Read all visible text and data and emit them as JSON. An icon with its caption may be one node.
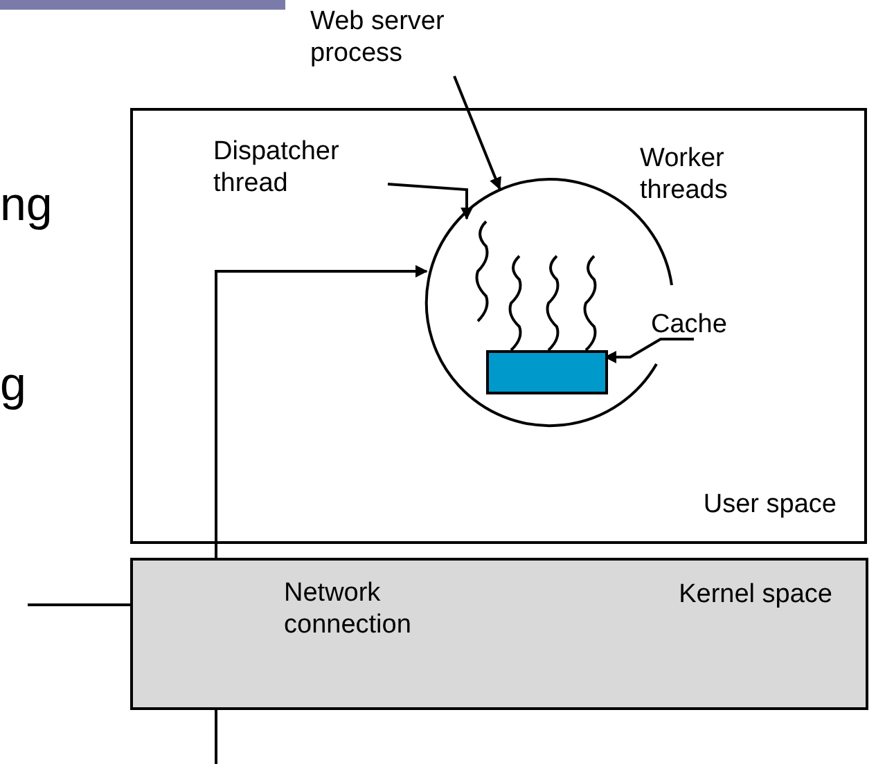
{
  "diagram": {
    "nodes": [
      {
        "text": [
          "Web server process"
        ]
      },
      {
        "text": [
          "User space"
        ]
      },
      {
        "text": [
          "Dispatcher thread"
        ],
        "in": 1
      },
      {
        "text": [],
        "shape": "circle",
        "in": 1
      },
      {
        "text": [],
        "shape": "picture",
        "in": 3
      },
      {
        "text": [
          "Cache"
        ],
        "in": 1
      },
      {
        "text": [],
        "shape": "box",
        "in": 3
      },
      {
        "text": [
          "Kernel space"
        ]
      }
    ],
    "edges": [
      {
        "from": 0,
        "to": 3,
        "arrow": "to"
      },
      {
        "from": 2,
        "to": 4,
        "arrow": "to"
      },
      {
        "from": 5,
        "to": 6,
        "arrow": "to"
      },
      {
        "from": null,
        "to": 3,
        "arrow": "to",
        "label": "Network connection"
      }
    ],
    "labels": [
      "ng",
      "Worker threads",
      "g"
    ]
  }
}
